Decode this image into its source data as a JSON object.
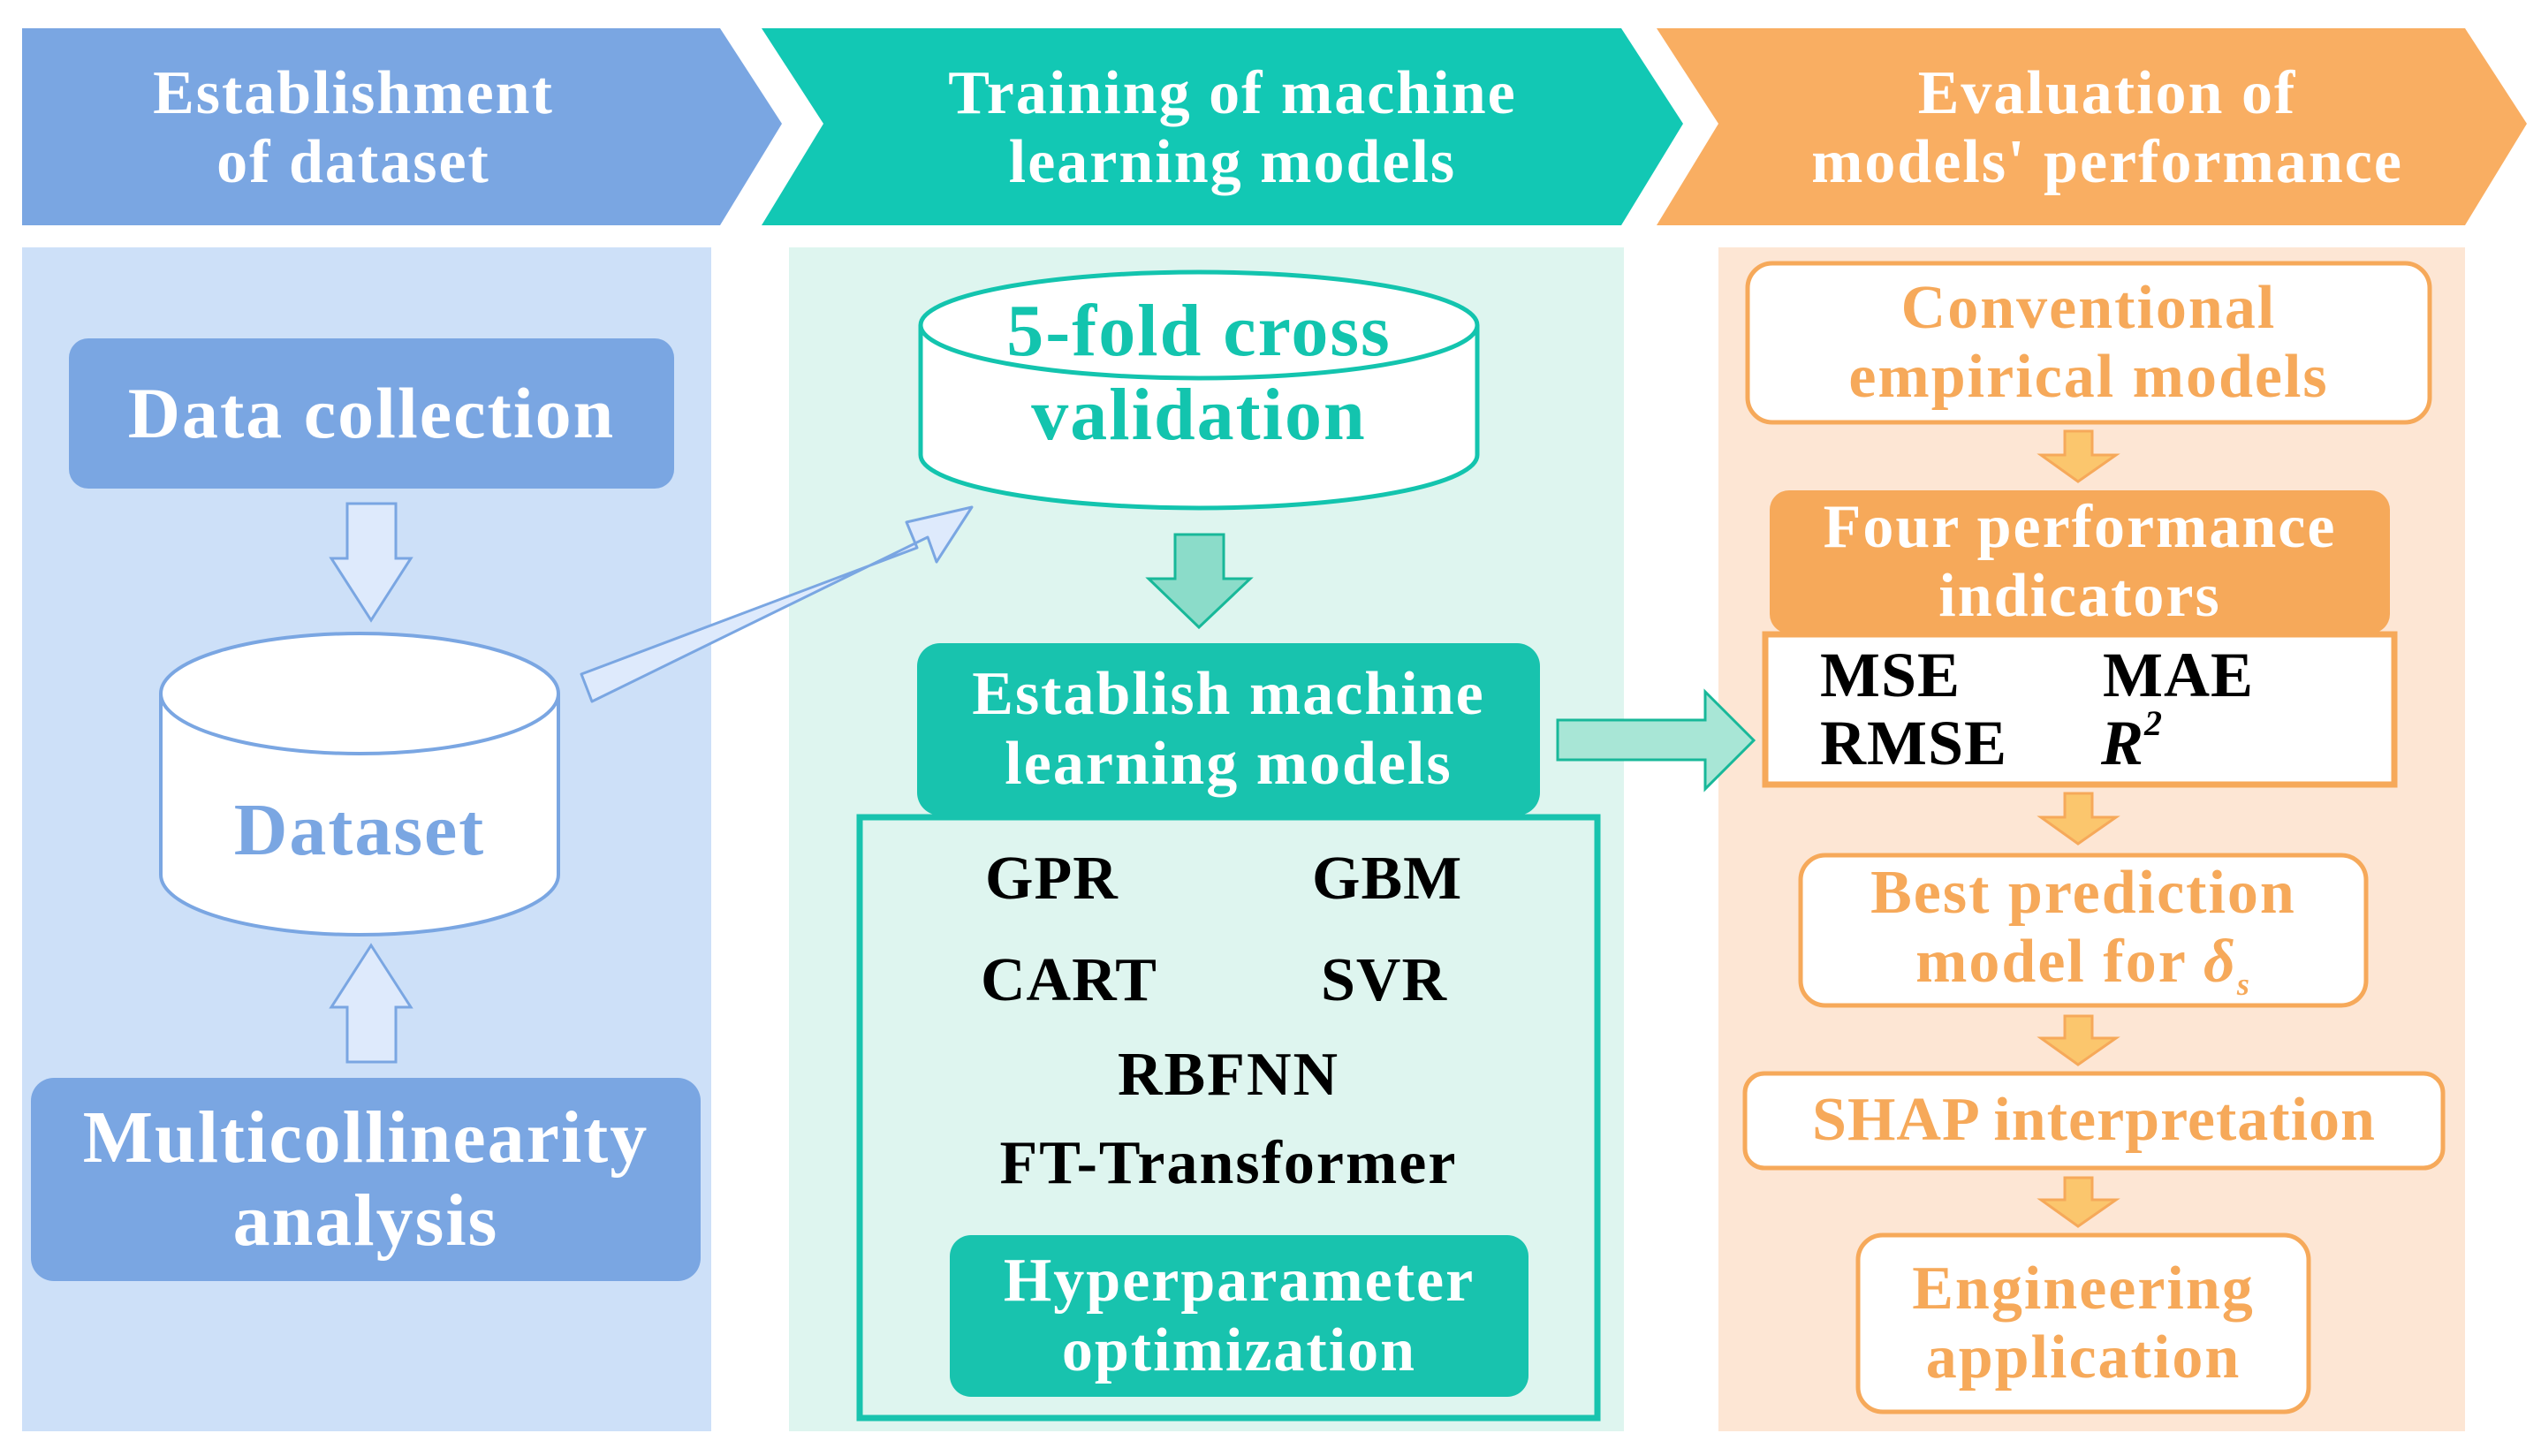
{
  "colors": {
    "blue_banner": "#7aa6e2",
    "blue_panel": "#cde0f8",
    "blue_box": "#7aa6e2",
    "teal_banner": "#12c8b4",
    "teal_panel": "#def5ef",
    "teal_box": "#18c3ae",
    "orange_banner": "#f9ae62",
    "orange_panel": "#fde6d4",
    "orange_box": "#f6a95a"
  },
  "stages": [
    {
      "title": "Establishment\nof dataset"
    },
    {
      "title": "Training of machine\nlearning models"
    },
    {
      "title": "Evaluation of\nmodels' performance"
    }
  ],
  "dataset_column": {
    "data_collection": "Data collection",
    "dataset": "Dataset",
    "multicollinearity": "Multicollinearity\nanalysis"
  },
  "training_column": {
    "cross_validation": "5-fold cross\nvalidation",
    "establish_models": "Establish machine\nlearning models",
    "models": [
      "GPR",
      "GBM",
      "CART",
      "SVR",
      "RBFNN",
      "FT-Transformer"
    ],
    "hyperparameter": "Hyperparameter\noptimization"
  },
  "evaluation_column": {
    "conventional": "Conventional\nempirical models",
    "four_indicators": "Four performance\nindicators",
    "metrics": {
      "mse": "MSE",
      "mae": "MAE",
      "rmse": "RMSE",
      "r2_base": "R",
      "r2_sup": "2"
    },
    "best_model_line1": "Best prediction",
    "best_model_line2": "model for ",
    "delta": "δ",
    "delta_sub": "s",
    "shap": "SHAP interpretation",
    "engineering": "Engineering\napplication"
  }
}
